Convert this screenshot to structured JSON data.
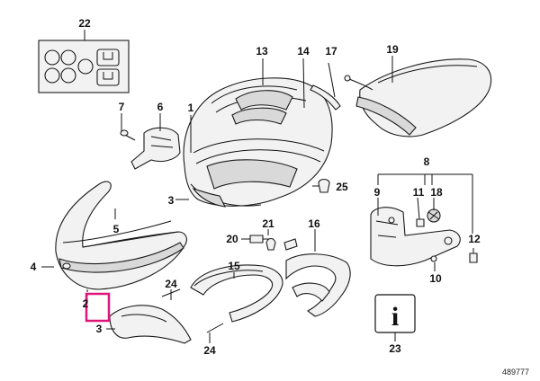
{
  "callouts": [
    {
      "id": "c1",
      "label": "1"
    },
    {
      "id": "c2",
      "label": "2"
    },
    {
      "id": "c3a",
      "label": "3"
    },
    {
      "id": "c3b",
      "label": "3"
    },
    {
      "id": "c4",
      "label": "4"
    },
    {
      "id": "c5",
      "label": "5"
    },
    {
      "id": "c6",
      "label": "6"
    },
    {
      "id": "c7",
      "label": "7"
    },
    {
      "id": "c8",
      "label": "8"
    },
    {
      "id": "c9",
      "label": "9"
    },
    {
      "id": "c10",
      "label": "10"
    },
    {
      "id": "c11",
      "label": "11"
    },
    {
      "id": "c12",
      "label": "12"
    },
    {
      "id": "c13",
      "label": "13"
    },
    {
      "id": "c14",
      "label": "14"
    },
    {
      "id": "c15",
      "label": "15"
    },
    {
      "id": "c16",
      "label": "16"
    },
    {
      "id": "c17",
      "label": "17"
    },
    {
      "id": "c18",
      "label": "18"
    },
    {
      "id": "c19",
      "label": "19"
    },
    {
      "id": "c20",
      "label": "20"
    },
    {
      "id": "c21",
      "label": "21"
    },
    {
      "id": "c22",
      "label": "22"
    },
    {
      "id": "c23",
      "label": "23"
    },
    {
      "id": "c24a",
      "label": "24"
    },
    {
      "id": "c24b",
      "label": "24"
    },
    {
      "id": "c25",
      "label": "25"
    }
  ],
  "info_icon_glyph": "i",
  "diagram_number": "489777",
  "highlight_color": "#e0157a"
}
